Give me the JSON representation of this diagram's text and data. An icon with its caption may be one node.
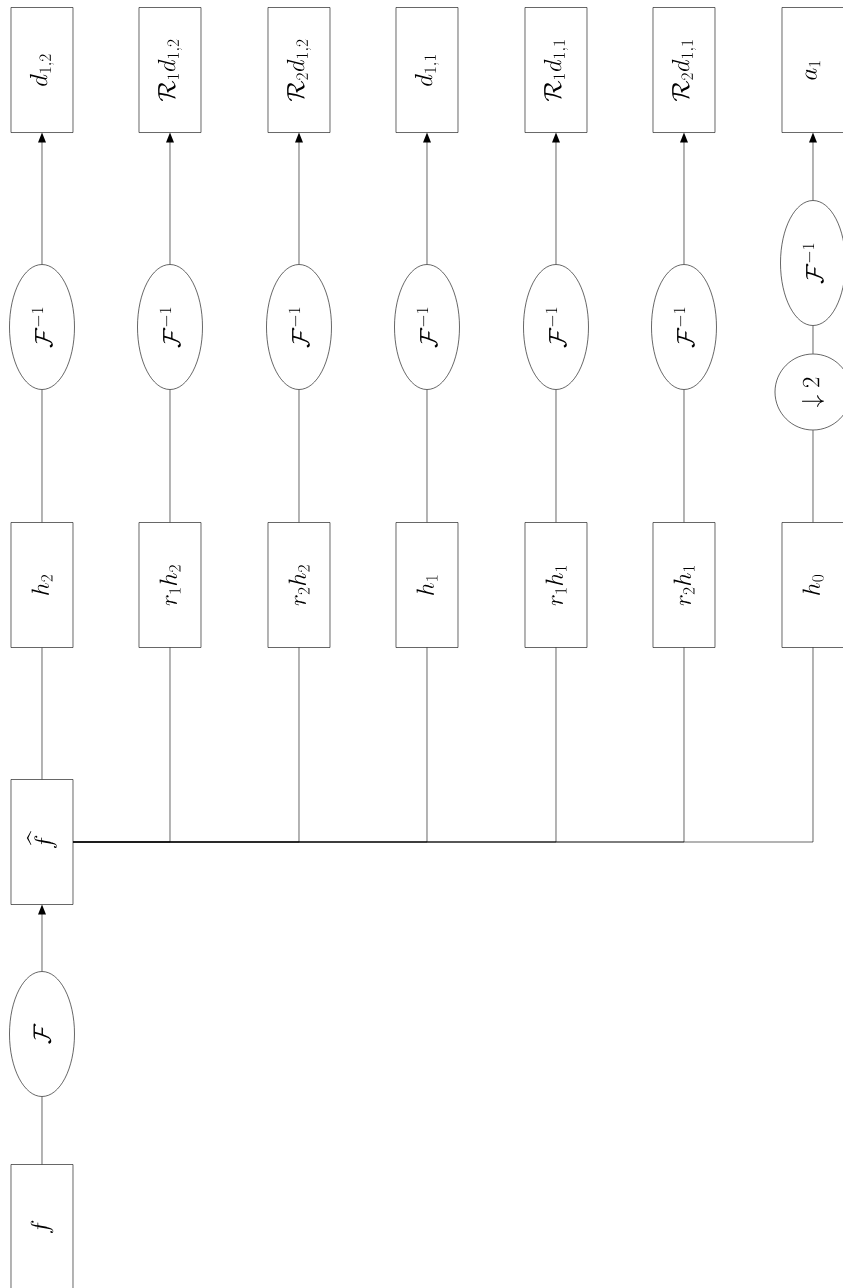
{
  "diagram": {
    "nodes": [
      {
        "text": [
          "f"
        ]
      },
      {
        "text": [
          "\\mathcal{F}"
        ]
      },
      {
        "text": [
          "\\widehat{f}"
        ]
      },
      {
        "text": [
          "h_2"
        ]
      },
      {
        "text": [
          "\\mathcal{F}^{-1}"
        ]
      },
      {
        "text": [
          "d_{1,2}"
        ]
      },
      {
        "text": [
          "r_1h_2"
        ]
      },
      {
        "text": [
          "\\mathcal{F}^{-1}"
        ]
      },
      {
        "text": [
          "\\mathcal{R}_1d_{1,2}"
        ]
      },
      {
        "text": [
          "r_2h_2"
        ]
      },
      {
        "text": [
          "\\mathcal{F}^{-1}"
        ]
      },
      {
        "text": [
          "\\mathcal{R}_2d_{1,2}"
        ]
      },
      {
        "text": [
          "h_1"
        ]
      },
      {
        "text": [
          "\\mathcal{F}^{-1}"
        ]
      },
      {
        "text": [
          "d_{1,1}"
        ]
      },
      {
        "text": [
          "r_1h_1"
        ]
      },
      {
        "text": [
          "\\mathcal{F}^{-1}"
        ]
      },
      {
        "text": [
          "\\mathcal{R}_1d_{1,1}"
        ]
      },
      {
        "text": [
          "r_2h_1"
        ]
      },
      {
        "text": [
          "\\mathcal{F}^{-1}"
        ]
      },
      {
        "text": [
          "\\mathcal{R}_2d_{1,1}"
        ]
      },
      {
        "text": [
          "h_0"
        ]
      },
      {
        "text": [
          "\\downarrow 2"
        ]
      },
      {
        "text": [
          "\\mathcal{F}^{-1}"
        ]
      },
      {
        "text": [
          "a_1"
        ]
      }
    ],
    "edges": [
      {
        "from": 0,
        "to": 1,
        "arrow": "none"
      },
      {
        "from": 1,
        "to": 2,
        "arrow": "to"
      },
      {
        "from": 2,
        "to": 3,
        "arrow": "none"
      },
      {
        "from": 2,
        "to": 6,
        "arrow": "none"
      },
      {
        "from": 2,
        "to": 9,
        "arrow": "none"
      },
      {
        "from": 2,
        "to": 12,
        "arrow": "none"
      },
      {
        "from": 2,
        "to": 15,
        "arrow": "none"
      },
      {
        "from": 2,
        "to": 18,
        "arrow": "none"
      },
      {
        "from": 2,
        "to": 21,
        "arrow": "none"
      },
      {
        "from": 3,
        "to": 4,
        "arrow": "none"
      },
      {
        "from": 4,
        "to": 5,
        "arrow": "to"
      },
      {
        "from": 6,
        "to": 7,
        "arrow": "none"
      },
      {
        "from": 7,
        "to": 8,
        "arrow": "to"
      },
      {
        "from": 9,
        "to": 10,
        "arrow": "none"
      },
      {
        "from": 10,
        "to": 11,
        "arrow": "to"
      },
      {
        "from": 12,
        "to": 13,
        "arrow": "none"
      },
      {
        "from": 13,
        "to": 14,
        "arrow": "to"
      },
      {
        "from": 15,
        "to": 16,
        "arrow": "none"
      },
      {
        "from": 16,
        "to": 17,
        "arrow": "to"
      },
      {
        "from": 18,
        "to": 19,
        "arrow": "none"
      },
      {
        "from": 19,
        "to": 20,
        "arrow": "to"
      },
      {
        "from": 21,
        "to": 22,
        "arrow": "none"
      },
      {
        "from": 22,
        "to": 23,
        "arrow": "none"
      },
      {
        "from": 23,
        "to": 24,
        "arrow": "to"
      }
    ]
  }
}
